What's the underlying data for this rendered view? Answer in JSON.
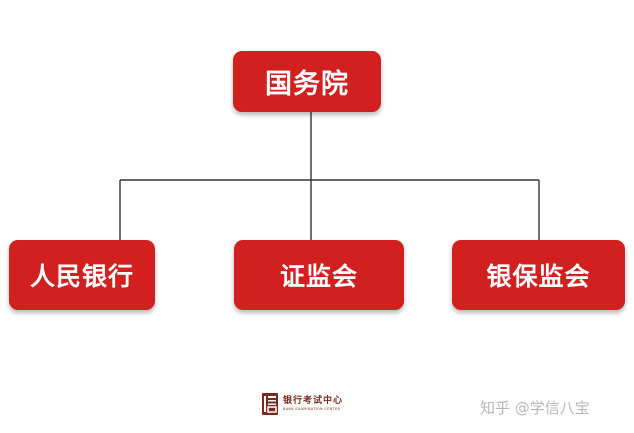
{
  "diagram": {
    "root": {
      "label": "国务院"
    },
    "children": [
      {
        "label": "人民银行"
      },
      {
        "label": "证监会"
      },
      {
        "label": "银保监会"
      }
    ]
  },
  "colors": {
    "node_fill": "#d21f1f",
    "node_text": "#ffffff",
    "connector": "#333333",
    "logo": "#7a2b1f",
    "watermark": "#b7b7b7"
  },
  "footer": {
    "logo_title": "银行考试中心",
    "logo_subtitle": "BANK EXAMINATION CENTER",
    "logo_icon": "xin-seal-icon",
    "watermark": "知乎 @学信八宝"
  }
}
